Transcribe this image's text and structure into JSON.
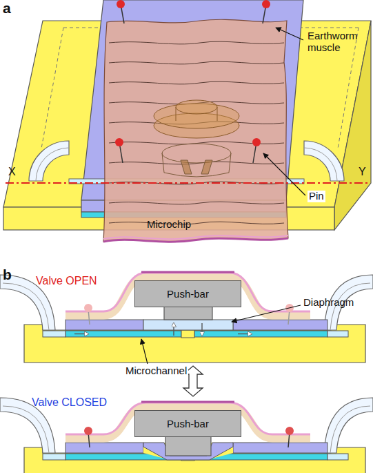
{
  "diagram": {
    "nodes": [
      {
        "text": [
          "Microchip"
        ]
      },
      {
        "text": [
          "Push-bar"
        ]
      },
      {
        "text": [
          "Push-bar"
        ]
      }
    ],
    "labels": [
      "a",
      "Earthworm muscle",
      "Pin",
      "X",
      "Y",
      "b",
      "Valve OPEN",
      "Diaphragm",
      "Microchannel",
      "Valve CLOSED"
    ]
  }
}
